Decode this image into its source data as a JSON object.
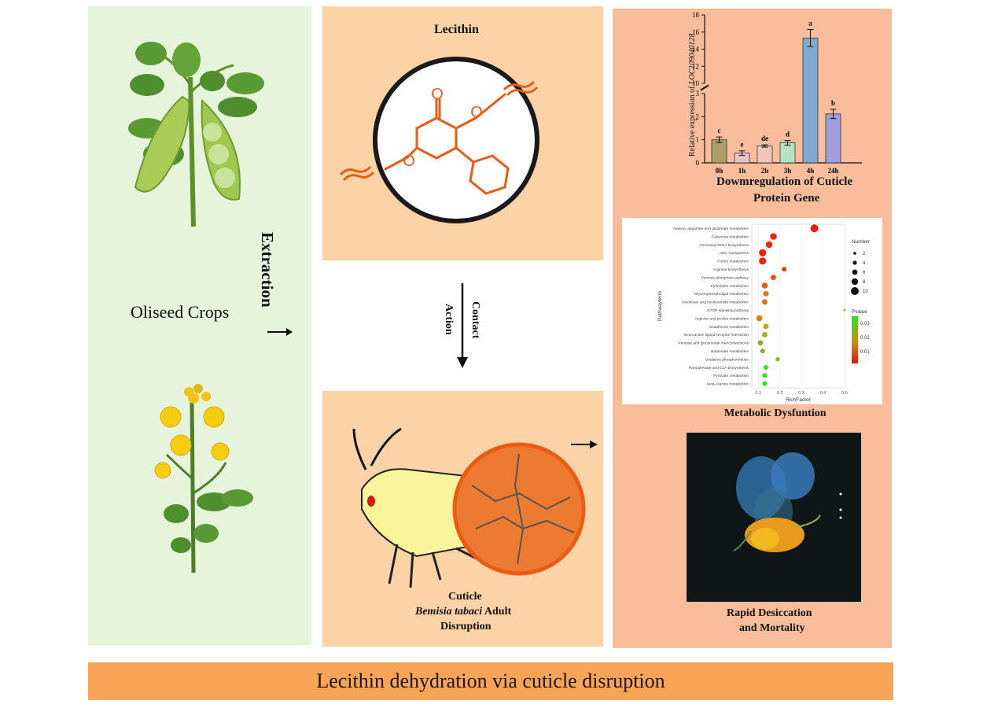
{
  "crops": {
    "label": "Oliseed Crops"
  },
  "extraction": {
    "label": "Extraction"
  },
  "lecithin": {
    "title": "Lecithin"
  },
  "contact": {
    "line1": "Contact",
    "line2": "Action"
  },
  "insect": {
    "caption_line1": "Cuticle",
    "species": "Bemisia tabaci",
    "caption_suffix": "Adult",
    "caption_line3": "Disruption"
  },
  "bar_title": {
    "line1": "Dowmregulation of Cuticle",
    "line2": "Protein Gene"
  },
  "metabolic": {
    "caption": "Metabolic Dysfuntion"
  },
  "micro": {
    "caption_line1": "Rapid Desiccation",
    "caption_line2": "and Mortality"
  },
  "footer": {
    "text": "Lecithin dehydration via cuticle disruption"
  },
  "chart_data": [
    {
      "type": "bar",
      "categories": [
        "0h",
        "1h",
        "2h",
        "3h",
        "4h",
        "24h"
      ],
      "values": [
        1.0,
        0.42,
        0.73,
        0.87,
        15.3,
        2.12
      ],
      "errors": [
        0.12,
        0.1,
        0.05,
        0.1,
        1.0,
        0.2
      ],
      "significance": [
        "c",
        "e",
        "de",
        "d",
        "a",
        "b"
      ],
      "colors": [
        "#a8a067",
        "#e8c3c4",
        "#f0c7b6",
        "#b6e2be",
        "#7faad2",
        "#9e9fdc"
      ],
      "ylabel_prefix": "Relative expression of ",
      "ylabel_gene": "LOC109040128",
      "ylim_lower": [
        0,
        3
      ],
      "ylim_upper": [
        10,
        18
      ],
      "yticks_lower": [
        "0",
        "1",
        "2",
        "3"
      ],
      "yticks_upper": [
        "10",
        "12",
        "14",
        "16",
        "18"
      ]
    },
    {
      "type": "scatter",
      "xlabel": "RichFactor",
      "ylabel": "Pathwayterm",
      "xlim": [
        0.07,
        0.5
      ],
      "xticks": [
        "0.1",
        "0.2",
        "0.3",
        "0.4",
        "0.5"
      ],
      "size_legend_title": "Number",
      "size_legend": [
        "2",
        "4",
        "6",
        "8",
        "10"
      ],
      "color_legend_title": "Pvalue",
      "color_ticks": [
        "0.03",
        "0.02",
        "0.01"
      ],
      "points": [
        {
          "term": "Alanine, aspartate and glutamate metabolism",
          "rich": 0.36,
          "number": 10,
          "color": "#ee1e10"
        },
        {
          "term": "Galactose metabolism",
          "rich": 0.17,
          "number": 8,
          "color": "#ee2210"
        },
        {
          "term": "Aminoacyl-tRNA biosynthesis",
          "rich": 0.15,
          "number": 8,
          "color": "#ee2410"
        },
        {
          "term": "ABC transporters",
          "rich": 0.12,
          "number": 9,
          "color": "#ee2010"
        },
        {
          "term": "Purine metabolism",
          "rich": 0.12,
          "number": 9,
          "color": "#ee2410"
        },
        {
          "term": "Arginine biosynthesis",
          "rich": 0.22,
          "number": 5,
          "color": "#ee3a10"
        },
        {
          "term": "Pentose phosphate pathway",
          "rich": 0.17,
          "number": 6,
          "color": "#ee4a10"
        },
        {
          "term": "Pyrimidine metabolism",
          "rich": 0.13,
          "number": 7,
          "color": "#ee5a10"
        },
        {
          "term": "Glycerophospholipid metabolism",
          "rich": 0.135,
          "number": 6,
          "color": "#e86a12"
        },
        {
          "term": "Nicotinate and nicotinamide metabolism",
          "rich": 0.13,
          "number": 6,
          "color": "#e26a12"
        },
        {
          "term": "mTOR signaling pathway",
          "rich": 0.5,
          "number": 1,
          "color": "#e08a12"
        },
        {
          "term": "Arginine and proline metabolism",
          "rich": 0.105,
          "number": 7,
          "color": "#de8014"
        },
        {
          "term": "Glutathione metabolism",
          "rich": 0.135,
          "number": 6,
          "color": "#c8a018"
        },
        {
          "term": "Neuroactive ligand-receptor interaction",
          "rich": 0.13,
          "number": 6,
          "color": "#b2a81a"
        },
        {
          "term": "Pentose and glucuronate interconversions",
          "rich": 0.11,
          "number": 6,
          "color": "#9aa81c"
        },
        {
          "term": "Butanoate metabolism",
          "rich": 0.12,
          "number": 5,
          "color": "#86b21c"
        },
        {
          "term": "Oxidative phosphorylation",
          "rich": 0.19,
          "number": 4,
          "color": "#72c21e"
        },
        {
          "term": "Pantothenate and CoA biosynthesis",
          "rich": 0.135,
          "number": 5,
          "color": "#4ed41e"
        },
        {
          "term": "Pyruvate metabolism",
          "rich": 0.13,
          "number": 5,
          "color": "#38dc22"
        },
        {
          "term": "beta-Alanine metabolism",
          "rich": 0.13,
          "number": 5,
          "color": "#26e426"
        }
      ]
    }
  ]
}
